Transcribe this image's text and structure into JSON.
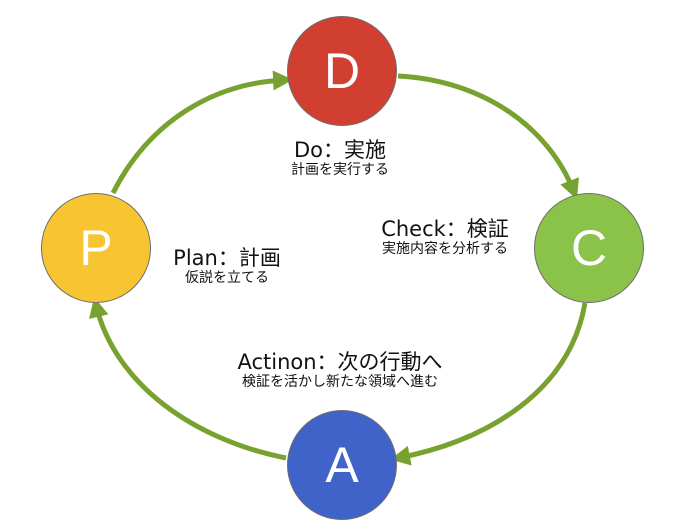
{
  "colors": {
    "arrow": "#78a22f",
    "do": "#d13f31",
    "check": "#8bc34a",
    "act": "#3f63c8",
    "plan": "#f7c531"
  },
  "nodes": {
    "do": "D",
    "check": "C",
    "act": "A",
    "plan": "P"
  },
  "labels": {
    "do": {
      "title": "Do：実施",
      "sub": "計画を実行する"
    },
    "check": {
      "title": "Check：検証",
      "sub": "実施内容を分析する"
    },
    "act": {
      "title": "Actinon：次の行動へ",
      "sub": "検証を活かし新たな領域へ進む"
    },
    "plan": {
      "title": "Plan：計画",
      "sub": "仮説を立てる"
    }
  }
}
